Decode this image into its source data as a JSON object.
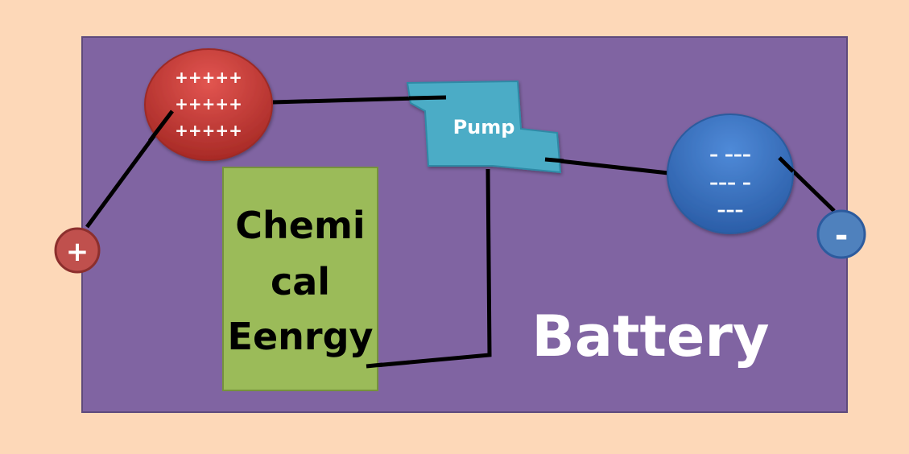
{
  "diagram": {
    "title": "Battery",
    "positive_charges": [
      "+++++",
      "+++++",
      "+++++"
    ],
    "negative_charges": [
      "– –––",
      "––– –",
      "–––"
    ],
    "pump_label": "Pump",
    "energy_label": [
      "Chemi",
      "cal",
      "Eenrgy"
    ],
    "positive_terminal": "+",
    "negative_terminal": "-"
  },
  "colors": {
    "background": "#fdd8b8",
    "battery_body": "#8064a2",
    "positive": "#c0392b",
    "negative": "#3a73c4",
    "pump": "#4bacc6",
    "energy": "#9bbb59"
  }
}
